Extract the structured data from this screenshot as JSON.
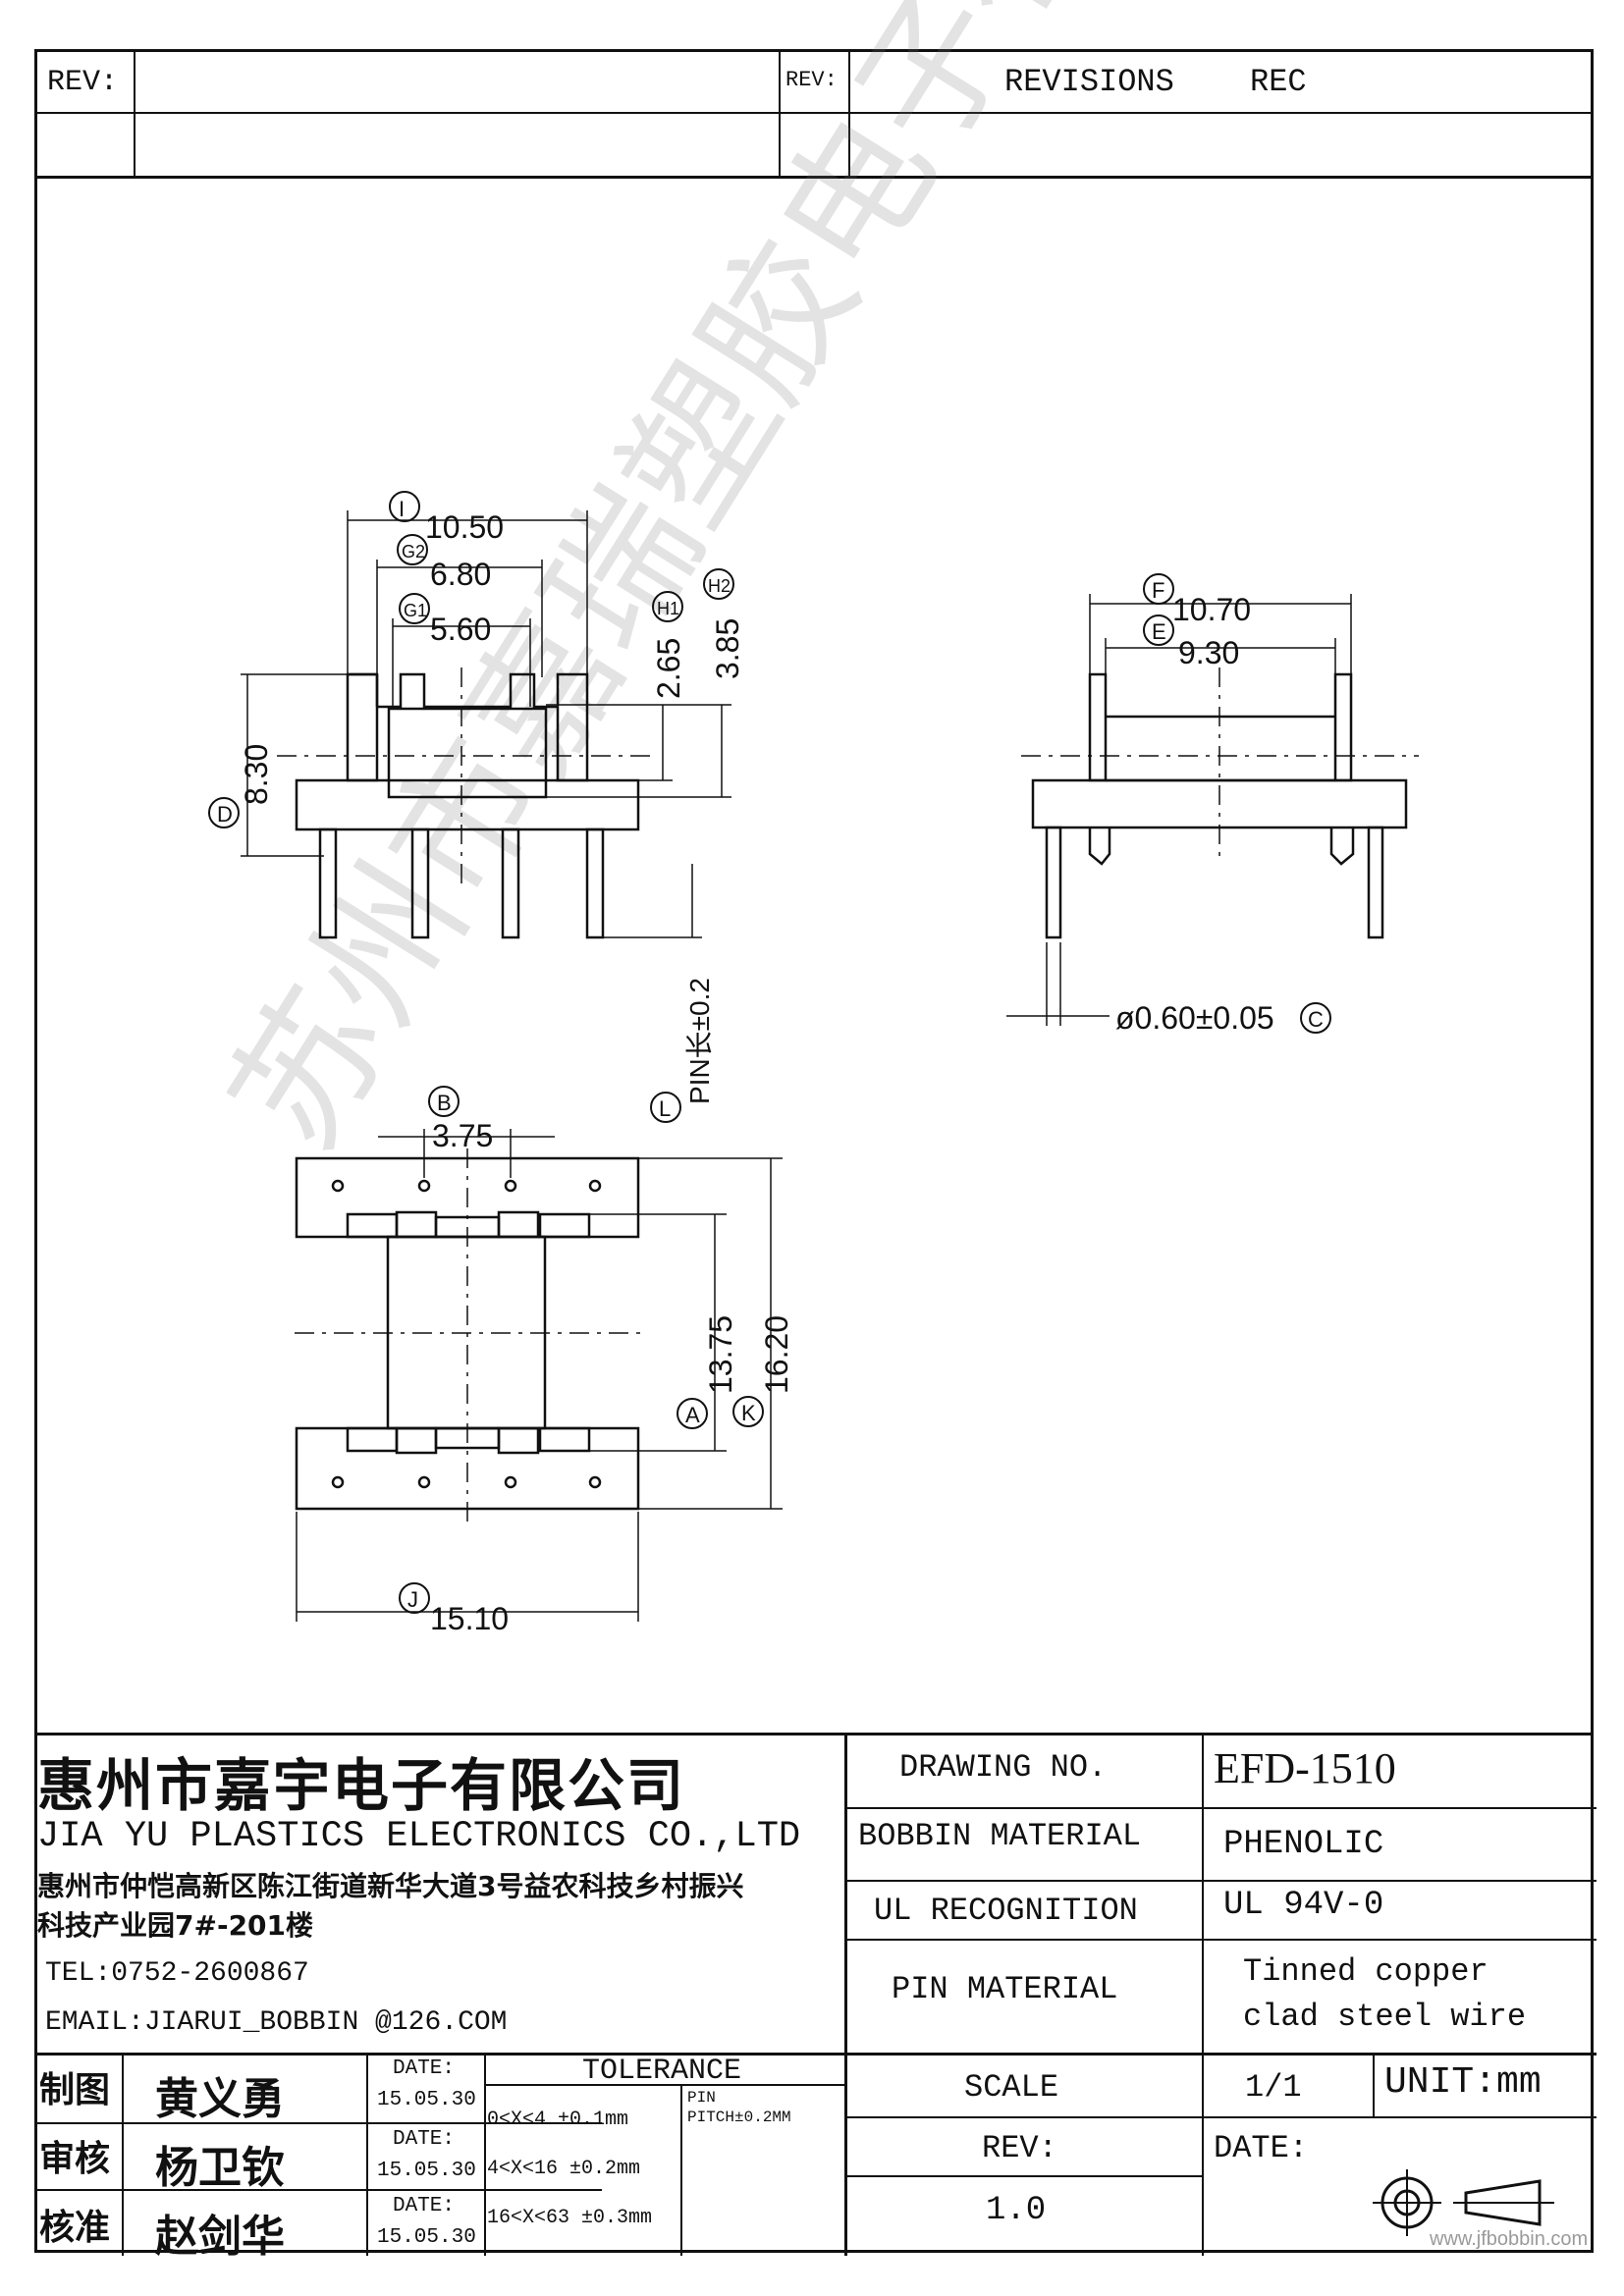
{
  "header": {
    "rev_label_left": "REV:",
    "rev_label_right": "REV:",
    "revisions_label": "REVISIONS",
    "rec_label": "REC"
  },
  "drawing": {
    "top_view": {
      "dim_I": "10.50",
      "ref_I": "I",
      "dim_G2": "6.80",
      "ref_G2": "G2",
      "dim_G1": "5.60",
      "ref_G1": "G1",
      "dim_H1": "2.65",
      "ref_H1": "H1",
      "dim_H2": "3.85",
      "ref_H2": "H2",
      "dim_D": "8.30",
      "ref_D": "D",
      "pin_length": "PIN长±0.2",
      "ref_L": "L"
    },
    "side_view": {
      "dim_F": "10.70",
      "ref_F": "F",
      "dim_E": "9.30",
      "ref_E": "E",
      "pin_dia": "ø0.60±0.05",
      "ref_C": "C"
    },
    "bottom_view": {
      "dim_B": "3.75",
      "ref_B": "B",
      "dim_A": "13.75",
      "ref_A": "A",
      "dim_K": "16.20",
      "ref_K": "K",
      "dim_J": "15.10",
      "ref_J": "J"
    },
    "watermark_text": "苏州市嘉瑞塑胶电子有限公司"
  },
  "titleblock": {
    "company_cn": "惠州市嘉宇电子有限公司",
    "company_en": "JIA YU PLASTICS ELECTRONICS CO.,LTD",
    "address_line1": "惠州市仲恺高新区陈江街道新华大道3号益农科技乡村振兴",
    "address_line2": "科技产业园7#-201楼",
    "tel": "TEL:0752-2600867",
    "email": "EMAIL:JIARUI_BOBBIN @126.COM",
    "drawing_no_label": "DRAWING  NO.",
    "drawing_no": "EFD-1510",
    "bobbin_material_label": "BOBBIN  MATERIAL",
    "bobbin_material": "PHENOLIC",
    "ul_label": "UL RECOGNITION",
    "ul_value": "UL 94V-0",
    "pin_material_label": "PIN MATERIAL",
    "pin_material_line1": "Tinned copper",
    "pin_material_line2": "clad steel wire",
    "scale_label": "SCALE",
    "scale_value": "1/1",
    "unit_label": "UNIT:mm",
    "rev_label": "REV:",
    "rev_value": "1.0",
    "date_label": "DATE:",
    "sign_rows": [
      {
        "role": "制图",
        "name": "黄义勇",
        "date_label": "DATE:",
        "date": "15.05.30"
      },
      {
        "role": "审核",
        "name": "杨卫钦",
        "date_label": "DATE:",
        "date": "15.05.30"
      },
      {
        "role": "核准",
        "name": "赵剑华",
        "date_label": "DATE:",
        "date": "15.05.30"
      }
    ],
    "tolerance_label": "TOLERANCE",
    "tolerance_rows": [
      "0<X<4  ±0.1mm",
      "4<X<16 ±0.2mm",
      "16<X<63 ±0.3mm"
    ],
    "pin_pitch_line1": "PIN",
    "pin_pitch_line2": "PITCH±0.2MM",
    "website": "www.jfbobbin.com"
  }
}
